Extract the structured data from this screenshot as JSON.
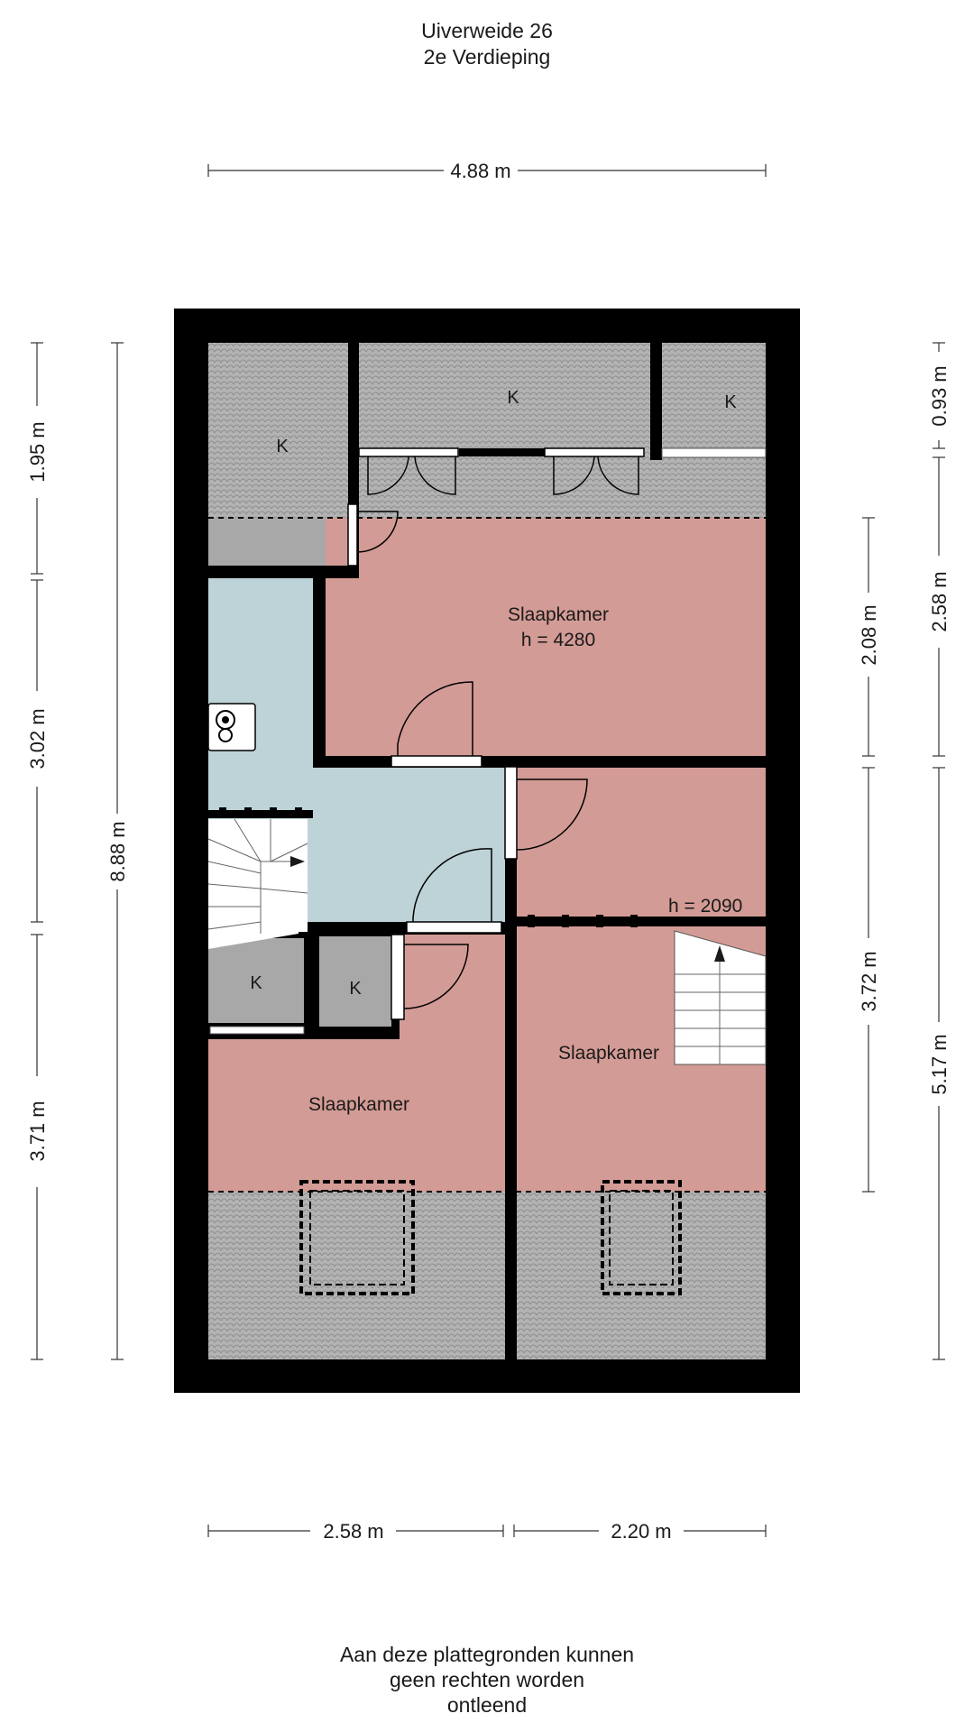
{
  "header": {
    "address": "Uiverweide 26",
    "floor": "2e Verdieping"
  },
  "dimensions": {
    "top_width": "4.88 m",
    "bottom_left": "2.58 m",
    "bottom_right": "2.20 m",
    "left_1": "1.95 m",
    "left_2": "3.02 m",
    "left_3": "3.71 m",
    "left_total": "8.88 m",
    "right_1": "2.08 m",
    "right_2": "3.72 m",
    "far_right_1": "0.93 m",
    "far_right_2": "2.58 m",
    "far_right_3": "5.17 m"
  },
  "rooms": {
    "storage_label": "K",
    "bedroom_label": "Slaapkamer",
    "bedroom_top_height": "h = 4280",
    "ceiling_height_right": "h = 2090"
  },
  "footer": {
    "line1": "Aan deze plattegronden kunnen",
    "line2": "geen rechten worden",
    "line3": "ontleend"
  },
  "colors": {
    "wall": "#000000",
    "roof": "#b5b5b5",
    "storage": "#a8a8a8",
    "bedroom": "#d39b95",
    "hall": "#bdd3d7"
  }
}
